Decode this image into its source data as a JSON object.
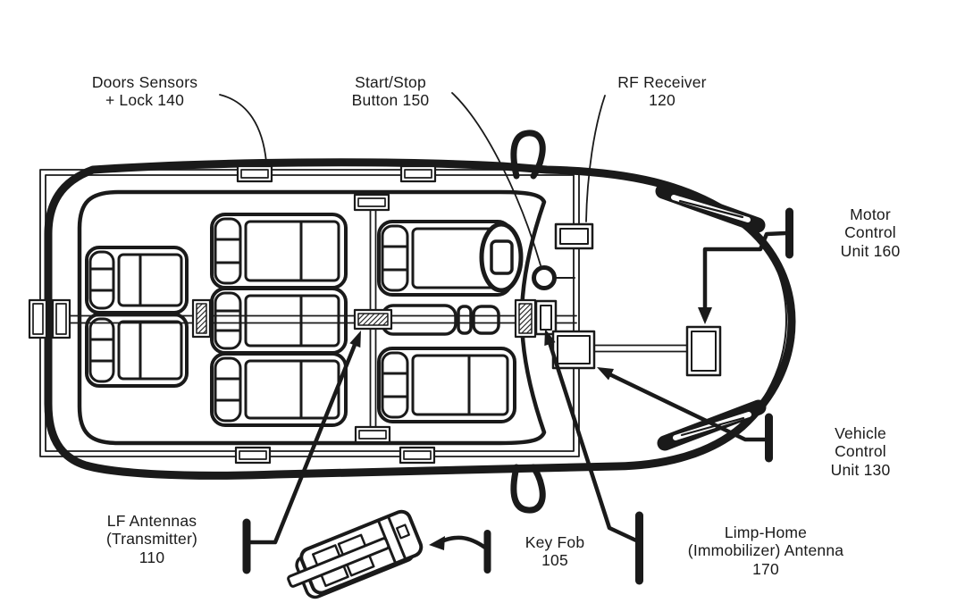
{
  "figure": {
    "background": "#ffffff",
    "ink": "#1a1a1a"
  },
  "callouts": {
    "doors_sensors": "Doors Sensors\n+ Lock 140",
    "start_stop": "Start/Stop\nButton 150",
    "rf_receiver": "RF Receiver\n120",
    "motor_control": "Motor Control\nUnit 160",
    "vehicle_control": "Vehicle Control\nUnit 130",
    "lf_antennas": "LF Antennas\n(Transmitter)\n110",
    "key_fob": "Key Fob\n105",
    "limp_home": "Limp-Home\n(Immobilizer) Antenna\n170"
  },
  "components": [
    {
      "name": "Key Fob",
      "ref": "105"
    },
    {
      "name": "LF Antennas (Transmitter)",
      "ref": "110"
    },
    {
      "name": "RF Receiver",
      "ref": "120"
    },
    {
      "name": "Vehicle Control Unit",
      "ref": "130"
    },
    {
      "name": "Doors Sensors + Lock",
      "ref": "140"
    },
    {
      "name": "Start/Stop Button",
      "ref": "150"
    },
    {
      "name": "Motor Control Unit",
      "ref": "160"
    },
    {
      "name": "Limp-Home (Immobilizer) Antenna",
      "ref": "170"
    }
  ]
}
